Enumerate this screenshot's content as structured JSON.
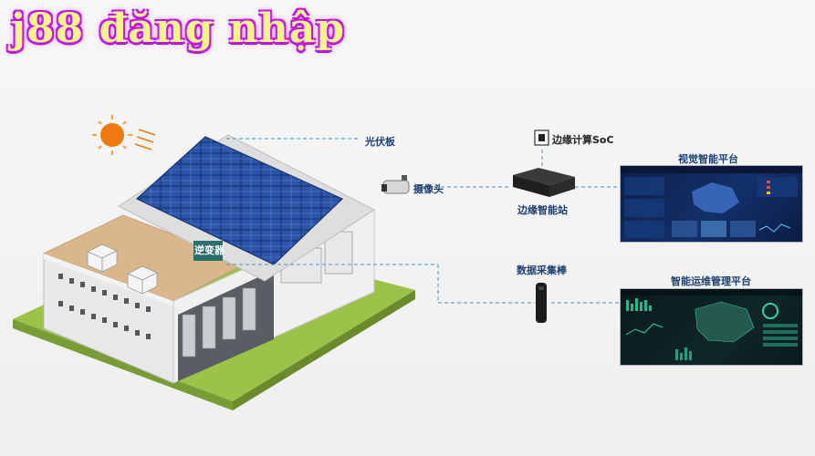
{
  "headline": "j88 đăng nhập",
  "labels": {
    "solar_panel": "光伏板",
    "inverter": "逆变器",
    "camera": "摄像头",
    "edge_soc": "边缘计算SoC",
    "edge_station": "边缘智能站",
    "data_stick": "数据采集棒",
    "vision_platform": "视觉智能平台",
    "ops_platform": "智能运维管理平台"
  },
  "colors": {
    "headline_fill": "#f4f48a",
    "headline_outline": "#c018e8",
    "label_text": "#1d3f70",
    "connector": "#4a8fc7",
    "sun": "#f07a10"
  },
  "icons": [
    "sun-icon",
    "camera-icon",
    "chip-icon",
    "edge-box-icon",
    "data-stick-icon"
  ]
}
